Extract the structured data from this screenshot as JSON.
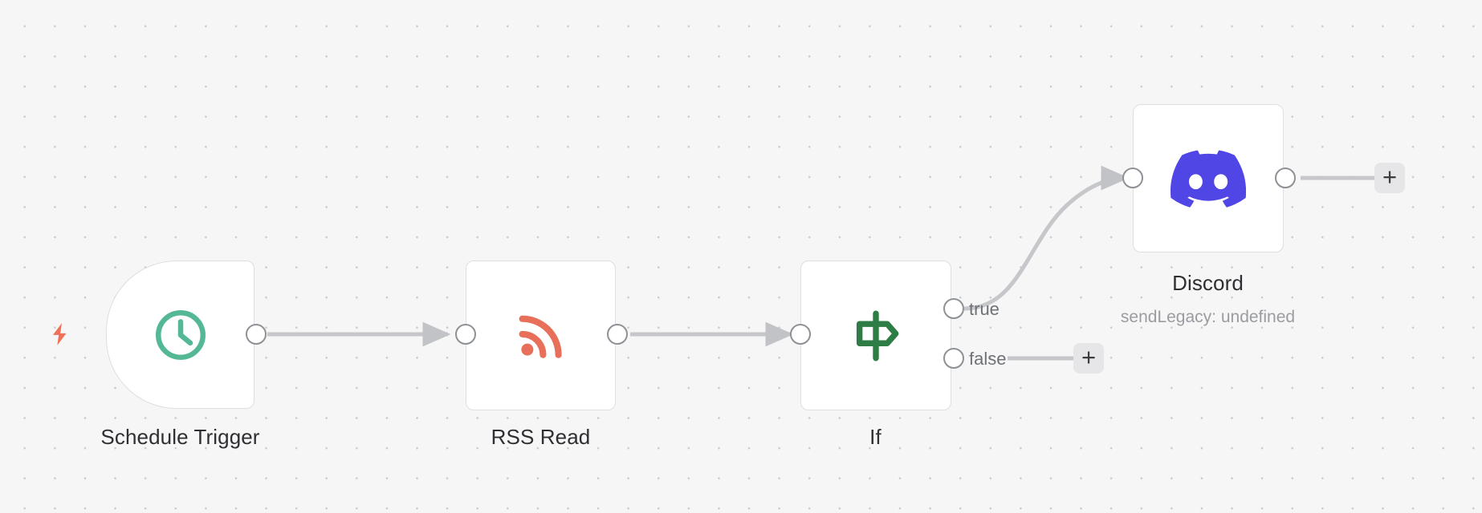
{
  "canvas": {
    "background_color": "#f6f6f6",
    "grid_dot_color": "#c8c9cc",
    "connector_color": "#c6c7ca",
    "endpoint_border_color": "#8e9196"
  },
  "workflow": {
    "nodes": [
      {
        "id": "schedule-trigger",
        "name": "Schedule Trigger",
        "subtitle": "",
        "icon": "clock-icon",
        "icon_color": "#55b894",
        "type": "trigger",
        "has_trigger_bolt": true,
        "trigger_bolt_icon": "lightning-bolt-icon",
        "trigger_bolt_color": "#f0705a"
      },
      {
        "id": "rss-read",
        "name": "RSS Read",
        "subtitle": "",
        "icon": "rss-feed-icon",
        "icon_color": "#e8705a",
        "type": "action",
        "has_trigger_bolt": false
      },
      {
        "id": "if",
        "name": "If",
        "subtitle": "",
        "icon": "signpost-icon",
        "icon_color": "#2f7d46",
        "type": "conditional",
        "has_trigger_bolt": false,
        "outputs": [
          {
            "label": "true"
          },
          {
            "label": "false"
          }
        ]
      },
      {
        "id": "discord",
        "name": "Discord",
        "subtitle": "sendLegacy: undefined",
        "icon": "discord-logo-icon",
        "icon_color": "#5046e5",
        "type": "action",
        "has_trigger_bolt": false
      }
    ],
    "add_buttons": [
      {
        "id": "add-node-after-false",
        "label": "+"
      },
      {
        "id": "add-node-after-discord",
        "label": "+"
      }
    ]
  }
}
